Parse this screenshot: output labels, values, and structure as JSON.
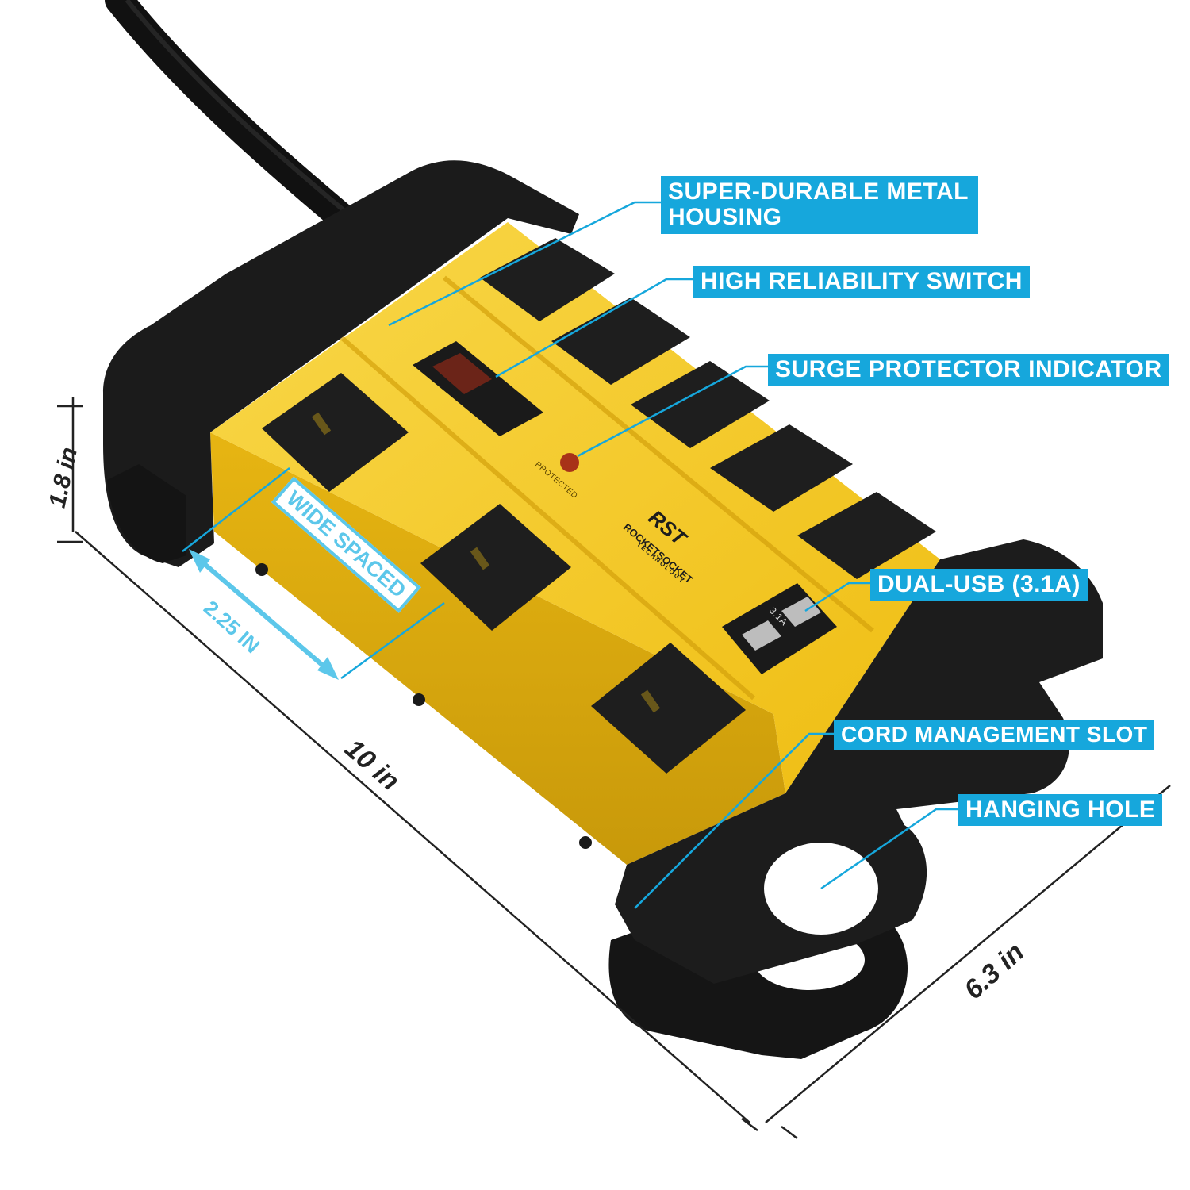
{
  "callouts": {
    "housing_line1": "SUPER-DURABLE METAL",
    "housing_line2": "HOUSING",
    "switch": "HIGH RELIABILITY SWITCH",
    "indicator": "SURGE PROTECTOR INDICATOR",
    "usb": "DUAL-USB (3.1A)",
    "cord_slot": "CORD MANAGEMENT SLOT",
    "hanging_hole": "HANGING HOLE"
  },
  "dimensions": {
    "height": "1.8 in",
    "length": "10 in",
    "width": "6.3 in",
    "spacing": "2.25 IN",
    "spacing_tag": "WIDE SPACED"
  },
  "product_marks": {
    "indicator_label": "PROTECTED",
    "usb_rating": "3.1A",
    "logo_text": "RST",
    "brand_name": "ROCKETSOCKET",
    "brand_sub": "TECHNOLOGY"
  },
  "colors": {
    "callout_bg": "#16a7dc",
    "accent_line": "#16a7dc",
    "housing_yellow": "#f2c416",
    "end_cap_black": "#1c1c1c"
  }
}
